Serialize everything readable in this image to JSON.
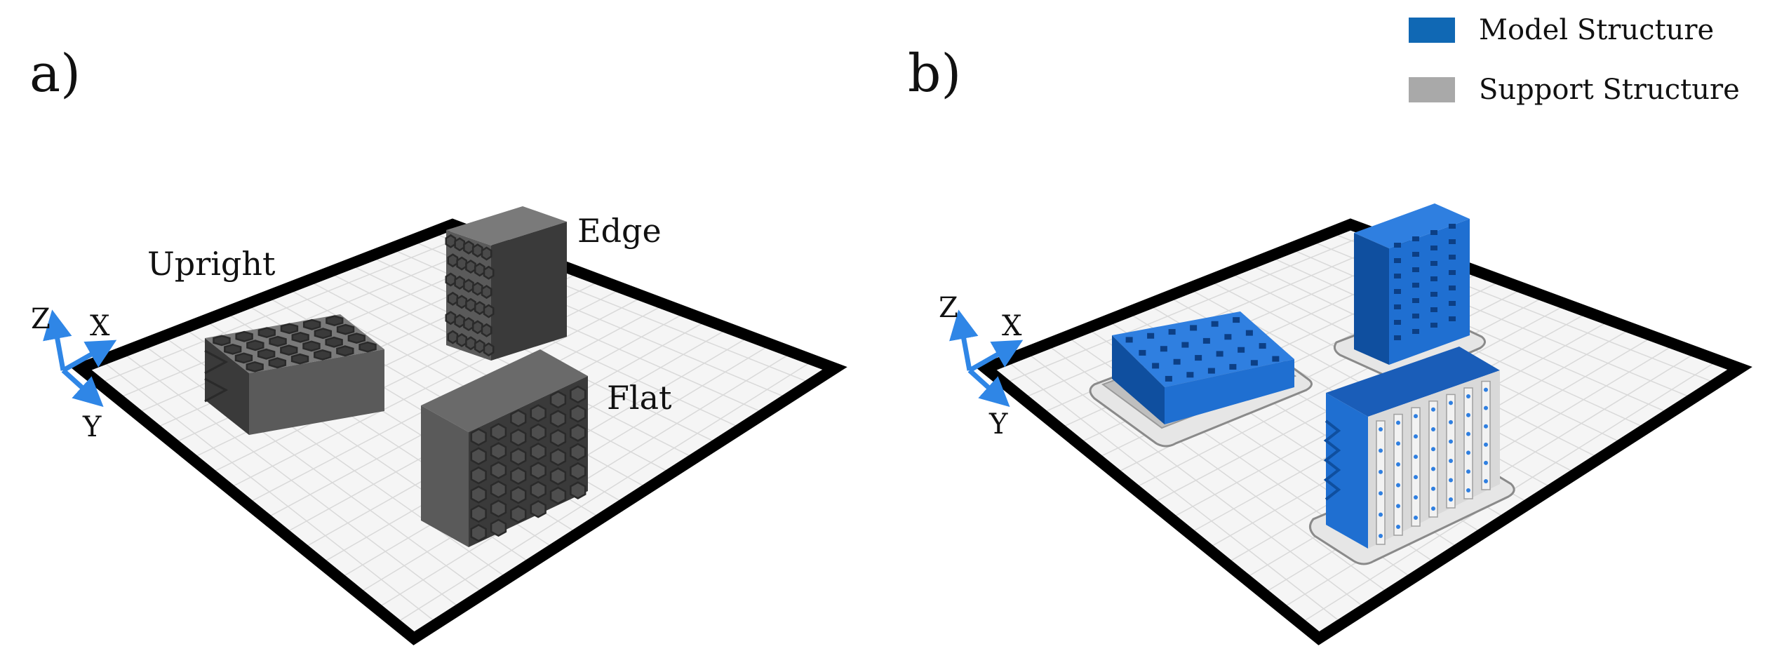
{
  "panels": [
    {
      "label": "a)",
      "orientations": [
        "Upright",
        "Edge",
        "Flat"
      ]
    },
    {
      "label": "b)"
    }
  ],
  "axes": {
    "z": "Z",
    "x": "X",
    "y": "Y"
  },
  "legend": [
    {
      "label": "Model Structure",
      "color": "#1068b4"
    },
    {
      "label": "Support Structure",
      "color": "#a9a9a9"
    }
  ],
  "colors": {
    "part": "#5a5a5a",
    "part_dark": "#3a3a3a",
    "part_light": "#7a7a7a",
    "model": "#1f6fd1",
    "model_dark": "#0f4f9f",
    "support": "#bfbfbf",
    "support_light": "#e6e6e6",
    "plate": "#f5f5f5",
    "grid": "#d8d8d8",
    "border": "#000000",
    "axis": "#2f86e6"
  }
}
